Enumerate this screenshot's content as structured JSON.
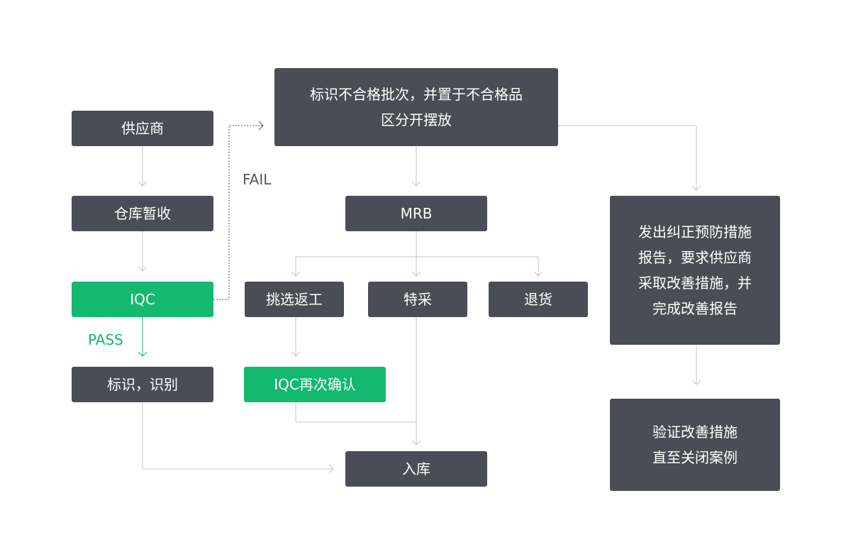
{
  "colors": {
    "node": "#4a4d55",
    "node_highlight": "#13b96f",
    "connector": "#c4c4c4",
    "fail_connector": "#55585f",
    "pass_connector": "#13b96f"
  },
  "nodes": {
    "supplier": "供应商",
    "warehouse_temp": "仓库暂收",
    "iqc": "IQC",
    "mark_identify": "标识，识别",
    "nonconforming": [
      "标识不合格批次，并置于不合格品",
      "区分开摆放"
    ],
    "mrb": "MRB",
    "sort_rework": "挑选返工",
    "special_purchase": "特采",
    "return_goods": "退货",
    "iqc_reconfirm": "IQC再次确认",
    "warehousing": "入库",
    "corrective_report": [
      "发出纠正预防措施",
      "报告，要求供应商",
      "采取改善措施，并",
      "完成改善报告"
    ],
    "verify_close": [
      "验证改善措施",
      "直至关闭案例"
    ]
  },
  "labels": {
    "fail": "FAIL",
    "pass": "PASS"
  }
}
